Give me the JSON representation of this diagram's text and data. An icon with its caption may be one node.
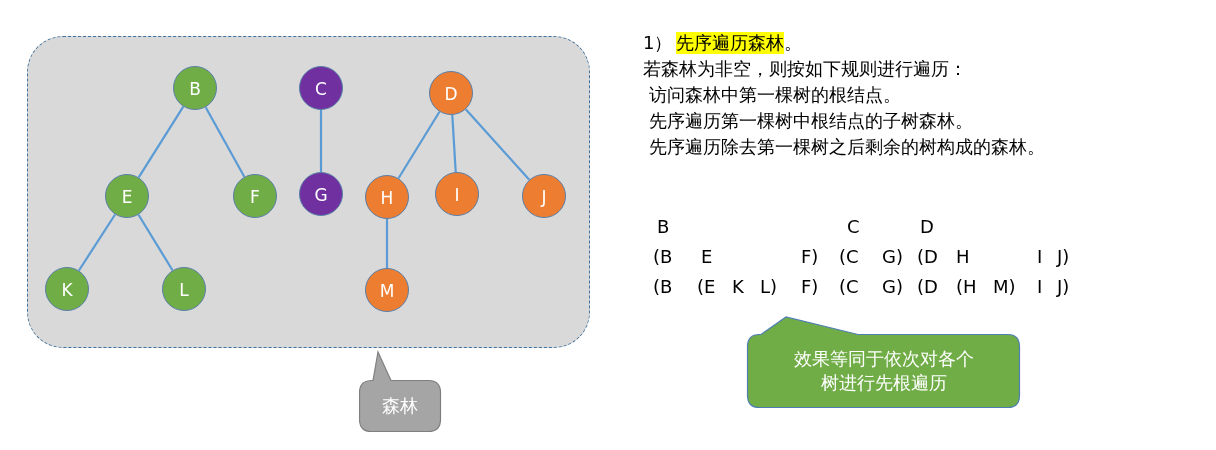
{
  "diagram": {
    "nodes": [
      {
        "text": [],
        "shape": "box"
      },
      {
        "text": [
          "B"
        ],
        "in": 0
      },
      {
        "text": [
          "C"
        ],
        "in": 0
      },
      {
        "text": [
          "D"
        ],
        "in": 0
      },
      {
        "text": [
          "E"
        ],
        "in": 0
      },
      {
        "text": [
          "F"
        ],
        "in": 0
      },
      {
        "text": [
          "G"
        ],
        "in": 0
      },
      {
        "text": [
          "H"
        ],
        "in": 0
      },
      {
        "text": [
          "I"
        ],
        "in": 0
      },
      {
        "text": [
          "J"
        ],
        "in": 0
      },
      {
        "text": [
          "K"
        ],
        "in": 0
      },
      {
        "text": [
          "L"
        ],
        "in": 0
      },
      {
        "text": [
          "M"
        ],
        "in": 0
      },
      {
        "text": [
          "森林"
        ]
      },
      {
        "text": [
          "效果等同于依次对各个树进行先根遍历"
        ]
      }
    ],
    "edges": [
      {
        "from": 1,
        "to": 4,
        "arrow": "none"
      },
      {
        "from": 1,
        "to": 5,
        "arrow": "none"
      },
      {
        "from": 4,
        "to": 10,
        "arrow": "none"
      },
      {
        "from": 4,
        "to": 11,
        "arrow": "none"
      },
      {
        "from": 2,
        "to": 6,
        "arrow": "none"
      },
      {
        "from": 3,
        "to": 7,
        "arrow": "none"
      },
      {
        "from": 3,
        "to": 8,
        "arrow": "none"
      },
      {
        "from": 3,
        "to": 9,
        "arrow": "none"
      },
      {
        "from": 7,
        "to": 12,
        "arrow": "none"
      }
    ],
    "labels": [
      "1）",
      "先序遍历森林",
      "。",
      "若森林为非空，则按如下规则进行遍历：",
      "访问森林中第一棵树的根结点。",
      "先序遍历第一棵树中根结点的子树森林。",
      "先序遍历除去第一棵树之后剩余的树构成的森林。",
      "B",
      "C",
      "D",
      "(B",
      "E",
      "F)",
      "(C",
      "G)",
      "(D",
      "H",
      "I",
      "J)",
      "(B",
      "(E",
      "K",
      "L)",
      "F)",
      "(C",
      "G)",
      "(D",
      "(H",
      "M)",
      "I",
      "J)"
    ]
  }
}
